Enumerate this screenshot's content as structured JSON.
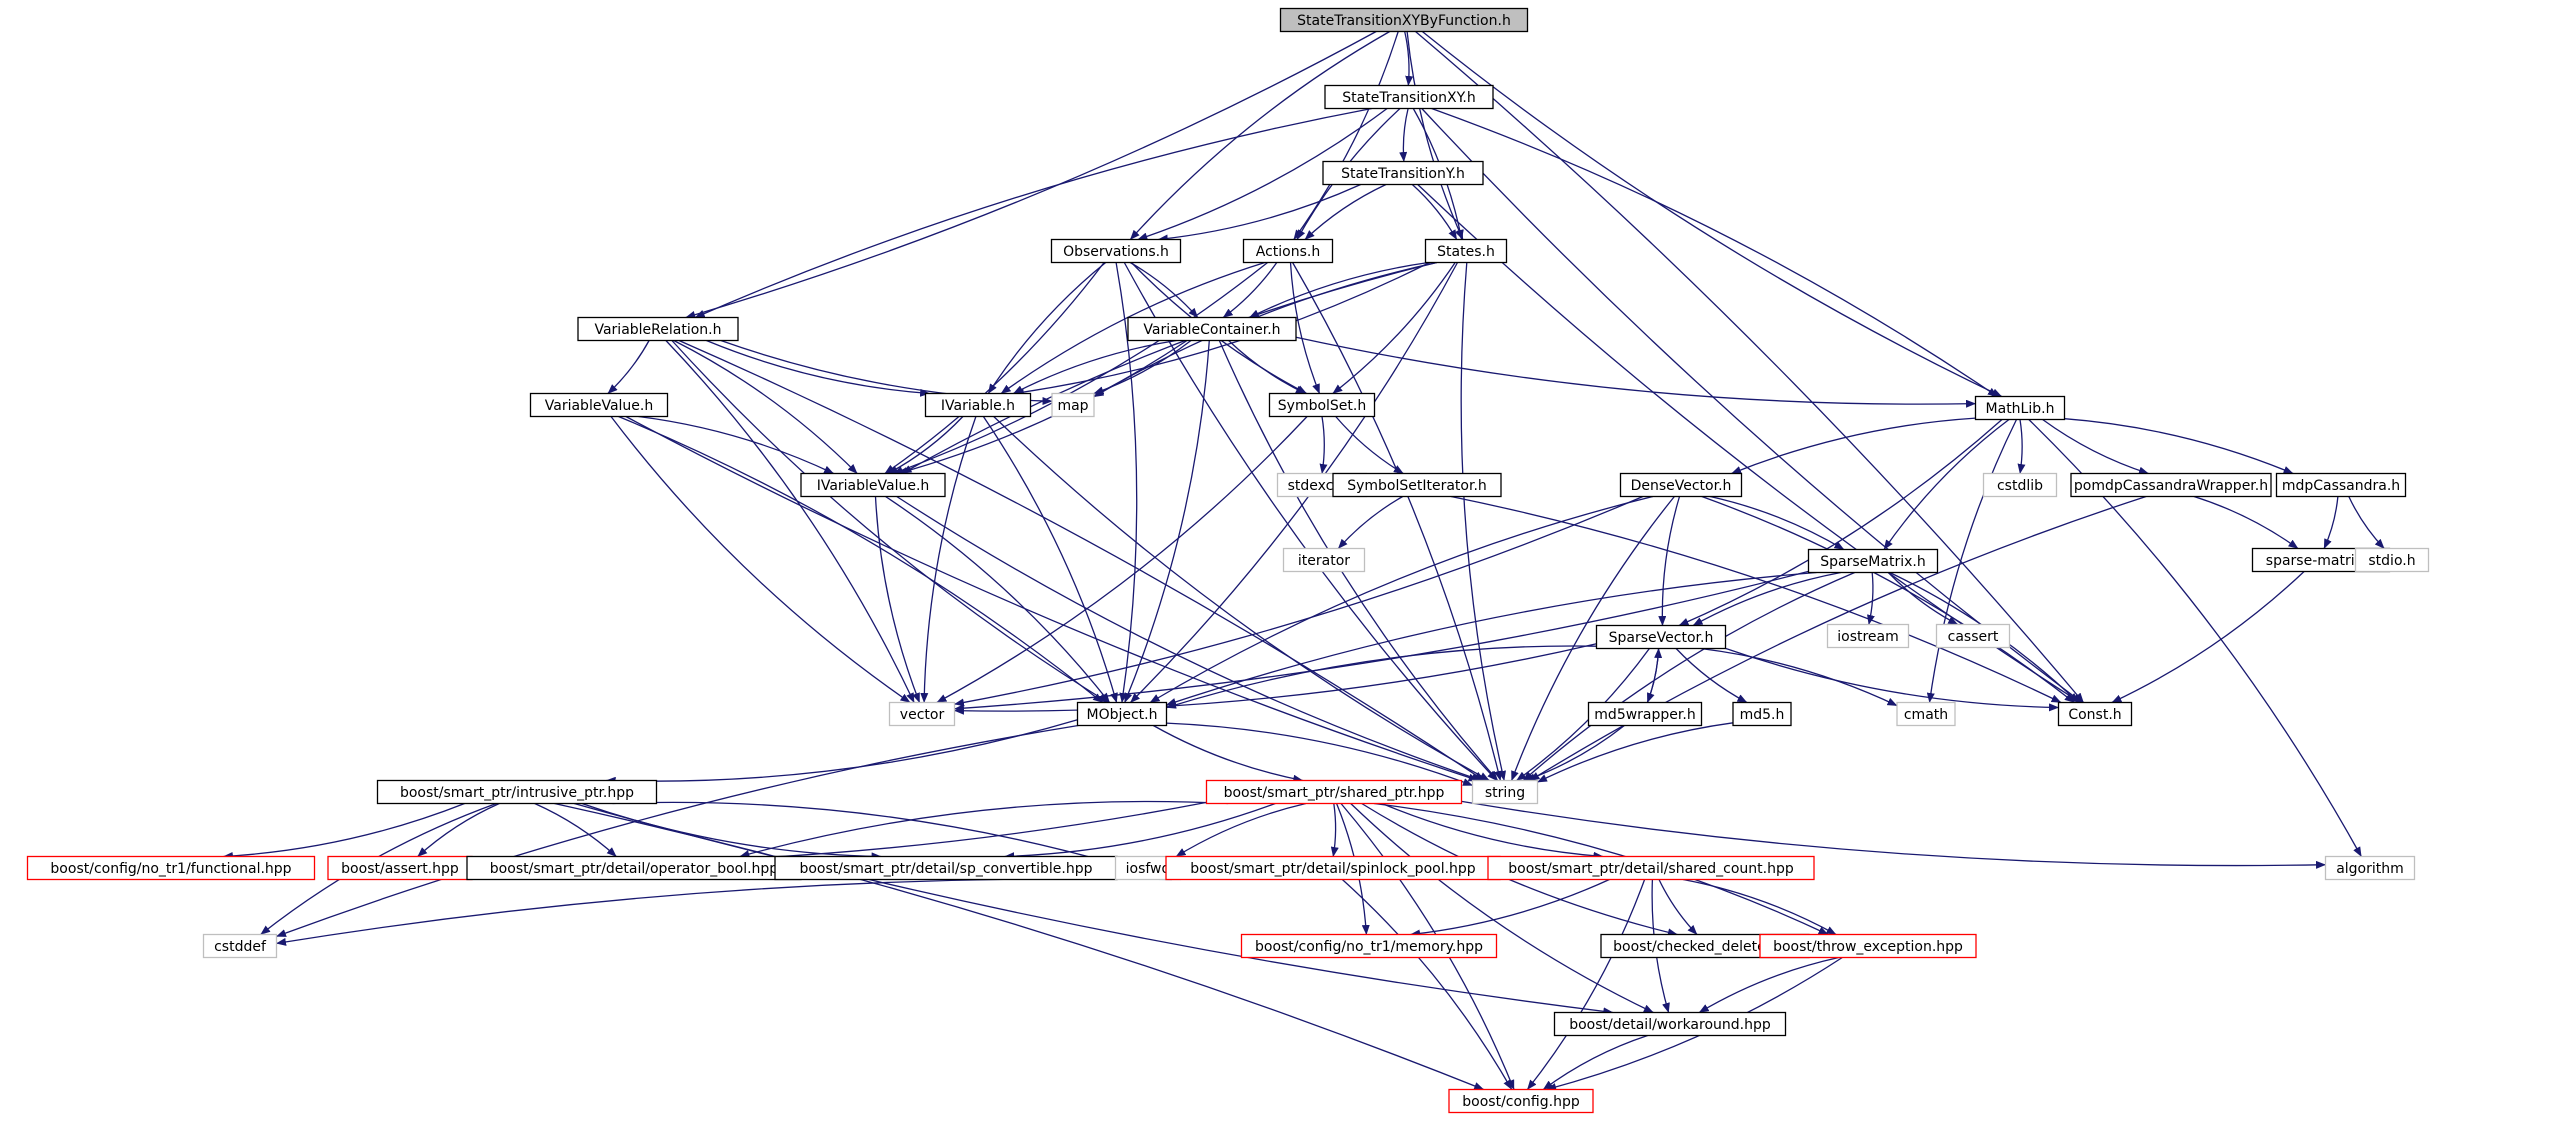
{
  "title": "",
  "colors": {
    "edge": "#191970",
    "root_fill": "#bfbfbf",
    "normal_border": "#000000",
    "missing_border": "#ff0000",
    "system_border": "#bfbfbf",
    "system_text": "#000000"
  },
  "nodes": [
    {
      "id": "root",
      "label": "StateTransitionXYByFunction.h",
      "kind": "root"
    },
    {
      "id": "stxy",
      "label": "StateTransitionXY.h",
      "kind": "normal"
    },
    {
      "id": "sty",
      "label": "StateTransitionY.h",
      "kind": "normal"
    },
    {
      "id": "obs",
      "label": "Observations.h",
      "kind": "normal"
    },
    {
      "id": "act",
      "label": "Actions.h",
      "kind": "normal"
    },
    {
      "id": "states",
      "label": "States.h",
      "kind": "normal"
    },
    {
      "id": "vrel",
      "label": "VariableRelation.h",
      "kind": "normal"
    },
    {
      "id": "vcont",
      "label": "VariableContainer.h",
      "kind": "normal"
    },
    {
      "id": "vval",
      "label": "VariableValue.h",
      "kind": "normal"
    },
    {
      "id": "ivar",
      "label": "IVariable.h",
      "kind": "normal"
    },
    {
      "id": "map",
      "label": "map",
      "kind": "system"
    },
    {
      "id": "symset",
      "label": "SymbolSet.h",
      "kind": "normal"
    },
    {
      "id": "mathlib",
      "label": "MathLib.h",
      "kind": "normal"
    },
    {
      "id": "ivarval",
      "label": "IVariableValue.h",
      "kind": "normal"
    },
    {
      "id": "stdexcept",
      "label": "stdexcept",
      "kind": "system"
    },
    {
      "id": "symsetit",
      "label": "SymbolSetIterator.h",
      "kind": "normal"
    },
    {
      "id": "densevec",
      "label": "DenseVector.h",
      "kind": "normal"
    },
    {
      "id": "cstdlib",
      "label": "cstdlib",
      "kind": "system"
    },
    {
      "id": "pomdpcw",
      "label": "pomdpCassandraWrapper.h",
      "kind": "normal"
    },
    {
      "id": "mdpc",
      "label": "mdpCassandra.h",
      "kind": "normal"
    },
    {
      "id": "iterator",
      "label": "iterator",
      "kind": "system"
    },
    {
      "id": "sparsemat",
      "label": "SparseMatrix.h",
      "kind": "normal"
    },
    {
      "id": "sparsematrixh",
      "label": "sparse-matrix.h",
      "kind": "normal"
    },
    {
      "id": "stdio",
      "label": "stdio.h",
      "kind": "system"
    },
    {
      "id": "iostream",
      "label": "iostream",
      "kind": "system"
    },
    {
      "id": "cassert",
      "label": "cassert",
      "kind": "system"
    },
    {
      "id": "sparsevec",
      "label": "SparseVector.h",
      "kind": "normal"
    },
    {
      "id": "vector",
      "label": "vector",
      "kind": "system"
    },
    {
      "id": "mobject",
      "label": "MObject.h",
      "kind": "normal"
    },
    {
      "id": "md5wrap",
      "label": "md5wrapper.h",
      "kind": "normal"
    },
    {
      "id": "md5",
      "label": "md5.h",
      "kind": "normal"
    },
    {
      "id": "cmath",
      "label": "cmath",
      "kind": "system"
    },
    {
      "id": "const",
      "label": "Const.h",
      "kind": "normal"
    },
    {
      "id": "intrusive",
      "label": "boost/smart_ptr/intrusive_ptr.hpp",
      "kind": "normal"
    },
    {
      "id": "sharedptr",
      "label": "boost/smart_ptr/shared_ptr.hpp",
      "kind": "missing"
    },
    {
      "id": "string",
      "label": "string",
      "kind": "system"
    },
    {
      "id": "functional",
      "label": "boost/config/no_tr1/functional.hpp",
      "kind": "missing"
    },
    {
      "id": "assert",
      "label": "boost/assert.hpp",
      "kind": "missing"
    },
    {
      "id": "opbool",
      "label": "boost/smart_ptr/detail/operator_bool.hpp",
      "kind": "normal"
    },
    {
      "id": "spconv",
      "label": "boost/smart_ptr/detail/sp_convertible.hpp",
      "kind": "normal"
    },
    {
      "id": "iosfwd",
      "label": "iosfwd",
      "kind": "system"
    },
    {
      "id": "spinlock",
      "label": "boost/smart_ptr/detail/spinlock_pool.hpp",
      "kind": "missing"
    },
    {
      "id": "sharedcount",
      "label": "boost/smart_ptr/detail/shared_count.hpp",
      "kind": "missing"
    },
    {
      "id": "algorithm",
      "label": "algorithm",
      "kind": "system"
    },
    {
      "id": "cstddef",
      "label": "cstddef",
      "kind": "system"
    },
    {
      "id": "memory",
      "label": "boost/config/no_tr1/memory.hpp",
      "kind": "missing"
    },
    {
      "id": "checkeddel",
      "label": "boost/checked_delete.hpp",
      "kind": "normal"
    },
    {
      "id": "throwexc",
      "label": "boost/throw_exception.hpp",
      "kind": "missing"
    },
    {
      "id": "workaround",
      "label": "boost/detail/workaround.hpp",
      "kind": "normal"
    },
    {
      "id": "config",
      "label": "boost/config.hpp",
      "kind": "missing"
    }
  ],
  "edges": [
    [
      "root",
      "stxy"
    ],
    [
      "root",
      "obs"
    ],
    [
      "root",
      "act"
    ],
    [
      "root",
      "states"
    ],
    [
      "root",
      "vrel"
    ],
    [
      "root",
      "mathlib"
    ],
    [
      "root",
      "const"
    ],
    [
      "stxy",
      "sty"
    ],
    [
      "stxy",
      "obs"
    ],
    [
      "stxy",
      "act"
    ],
    [
      "stxy",
      "states"
    ],
    [
      "stxy",
      "vrel"
    ],
    [
      "stxy",
      "mathlib"
    ],
    [
      "stxy",
      "const"
    ],
    [
      "sty",
      "obs"
    ],
    [
      "sty",
      "act"
    ],
    [
      "sty",
      "states"
    ],
    [
      "sty",
      "const"
    ],
    [
      "obs",
      "vcont"
    ],
    [
      "obs",
      "ivar"
    ],
    [
      "obs",
      "ivarval"
    ],
    [
      "obs",
      "symset"
    ],
    [
      "obs",
      "mobject"
    ],
    [
      "obs",
      "string"
    ],
    [
      "act",
      "vcont"
    ],
    [
      "act",
      "ivar"
    ],
    [
      "act",
      "ivarval"
    ],
    [
      "act",
      "symset"
    ],
    [
      "act",
      "string"
    ],
    [
      "states",
      "vcont"
    ],
    [
      "states",
      "ivar"
    ],
    [
      "states",
      "ivarval"
    ],
    [
      "states",
      "symset"
    ],
    [
      "states",
      "map"
    ],
    [
      "states",
      "mobject"
    ],
    [
      "states",
      "string"
    ],
    [
      "vrel",
      "vval"
    ],
    [
      "vrel",
      "ivar"
    ],
    [
      "vrel",
      "ivarval"
    ],
    [
      "vrel",
      "map"
    ],
    [
      "vrel",
      "vector"
    ],
    [
      "vrel",
      "mobject"
    ],
    [
      "vrel",
      "string"
    ],
    [
      "vcont",
      "ivar"
    ],
    [
      "vcont",
      "ivarval"
    ],
    [
      "vcont",
      "symset"
    ],
    [
      "vcont",
      "map"
    ],
    [
      "vcont",
      "mathlib"
    ],
    [
      "vcont",
      "mobject"
    ],
    [
      "vcont",
      "string"
    ],
    [
      "vval",
      "ivarval"
    ],
    [
      "vval",
      "vector"
    ],
    [
      "vval",
      "mobject"
    ],
    [
      "vval",
      "string"
    ],
    [
      "ivar",
      "ivarval"
    ],
    [
      "ivar",
      "vector"
    ],
    [
      "ivar",
      "mobject"
    ],
    [
      "ivar",
      "string"
    ],
    [
      "symset",
      "stdexcept"
    ],
    [
      "symset",
      "symsetit"
    ],
    [
      "symset",
      "vector"
    ],
    [
      "symsetit",
      "iterator"
    ],
    [
      "symsetit",
      "const"
    ],
    [
      "mathlib",
      "densevec"
    ],
    [
      "mathlib",
      "cstdlib"
    ],
    [
      "mathlib",
      "pomdpcw"
    ],
    [
      "mathlib",
      "mdpc"
    ],
    [
      "mathlib",
      "sparsemat"
    ],
    [
      "mathlib",
      "sparsevec"
    ],
    [
      "mathlib",
      "cmath"
    ],
    [
      "mathlib",
      "algorithm"
    ],
    [
      "ivarval",
      "vector"
    ],
    [
      "ivarval",
      "mobject"
    ],
    [
      "ivarval",
      "string"
    ],
    [
      "densevec",
      "sparsemat"
    ],
    [
      "densevec",
      "sparsevec"
    ],
    [
      "densevec",
      "vector"
    ],
    [
      "densevec",
      "mobject"
    ],
    [
      "densevec",
      "const"
    ],
    [
      "densevec",
      "string"
    ],
    [
      "pomdpcw",
      "sparsematrixh"
    ],
    [
      "pomdpcw",
      "string"
    ],
    [
      "mdpc",
      "sparsematrixh"
    ],
    [
      "mdpc",
      "stdio"
    ],
    [
      "sparsematrixh",
      "const"
    ],
    [
      "sparsemat",
      "sparsevec"
    ],
    [
      "sparsemat",
      "iostream"
    ],
    [
      "sparsemat",
      "cassert"
    ],
    [
      "sparsemat",
      "vector"
    ],
    [
      "sparsemat",
      "mobject"
    ],
    [
      "sparsemat",
      "const"
    ],
    [
      "sparsemat",
      "string"
    ],
    [
      "sparsevec",
      "md5wrap"
    ],
    [
      "sparsevec",
      "md5"
    ],
    [
      "sparsevec",
      "vector"
    ],
    [
      "sparsevec",
      "mobject"
    ],
    [
      "sparsevec",
      "cmath"
    ],
    [
      "sparsevec",
      "const"
    ],
    [
      "sparsevec",
      "string"
    ],
    [
      "md5wrap",
      "sparsevec"
    ],
    [
      "md5wrap",
      "string"
    ],
    [
      "md5",
      "string"
    ],
    [
      "mobject",
      "intrusive"
    ],
    [
      "mobject",
      "sharedptr"
    ],
    [
      "mobject",
      "string"
    ],
    [
      "mobject",
      "cstddef"
    ],
    [
      "intrusive",
      "functional"
    ],
    [
      "intrusive",
      "assert"
    ],
    [
      "intrusive",
      "opbool"
    ],
    [
      "intrusive",
      "spconv"
    ],
    [
      "intrusive",
      "iosfwd"
    ],
    [
      "intrusive",
      "workaround"
    ],
    [
      "intrusive",
      "config"
    ],
    [
      "intrusive",
      "cstddef"
    ],
    [
      "sharedptr",
      "assert"
    ],
    [
      "sharedptr",
      "opbool"
    ],
    [
      "sharedptr",
      "spconv"
    ],
    [
      "sharedptr",
      "iosfwd"
    ],
    [
      "sharedptr",
      "spinlock"
    ],
    [
      "sharedptr",
      "sharedcount"
    ],
    [
      "sharedptr",
      "memory"
    ],
    [
      "sharedptr",
      "checkeddel"
    ],
    [
      "sharedptr",
      "throwexc"
    ],
    [
      "sharedptr",
      "workaround"
    ],
    [
      "sharedptr",
      "config"
    ],
    [
      "sharedptr",
      "algorithm"
    ],
    [
      "spinlock",
      "config"
    ],
    [
      "spinlock",
      "cstddef"
    ],
    [
      "sharedcount",
      "memory"
    ],
    [
      "sharedcount",
      "checkeddel"
    ],
    [
      "sharedcount",
      "throwexc"
    ],
    [
      "sharedcount",
      "workaround"
    ],
    [
      "sharedcount",
      "config"
    ],
    [
      "throwexc",
      "workaround"
    ],
    [
      "throwexc",
      "config"
    ],
    [
      "workaround",
      "config"
    ]
  ]
}
